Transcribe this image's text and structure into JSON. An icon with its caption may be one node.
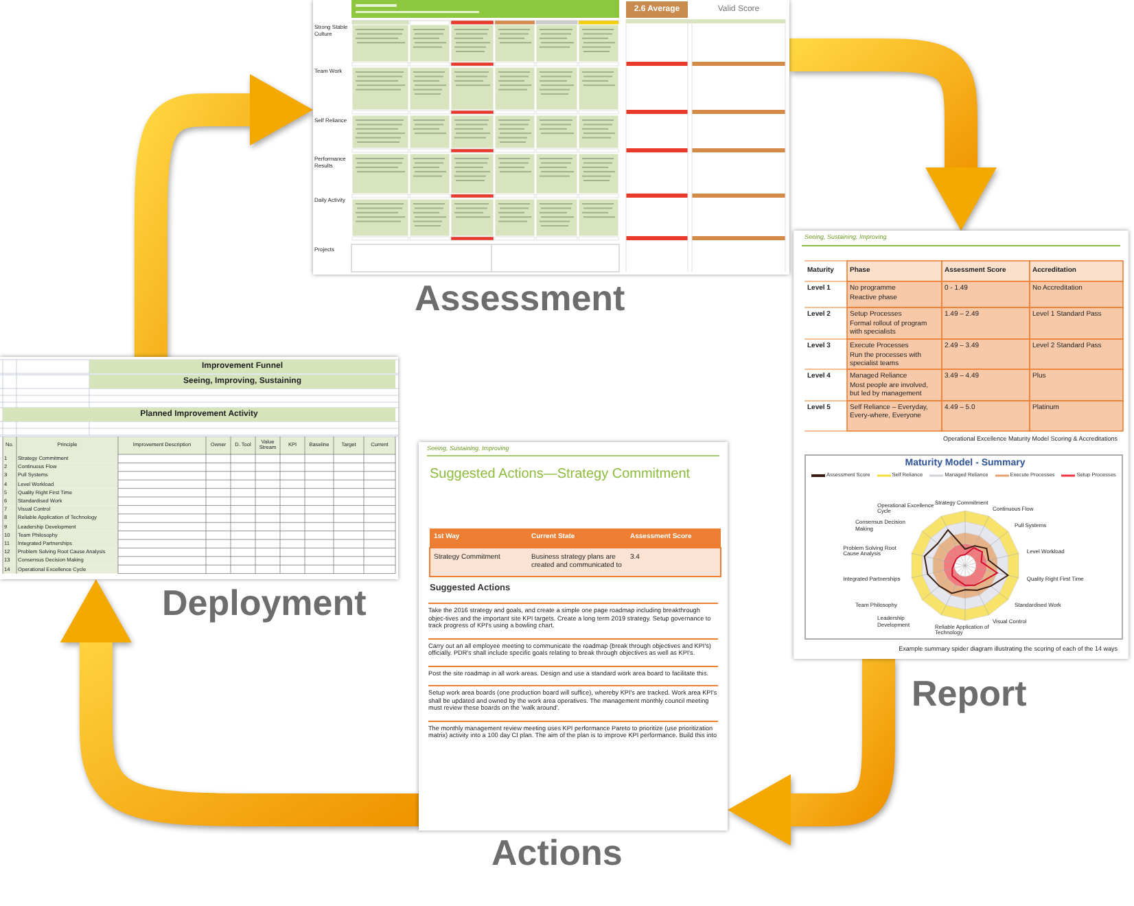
{
  "diagram": {
    "nodes": [
      {
        "text": [
          "2.6 Average",
          "Valid Score",
          "Strong Stable Culture",
          "Team Work",
          "Self Reliance",
          "Performance Results",
          "Daily Activity",
          "Projects"
        ],
        "beside": [
          "Assessment"
        ]
      },
      {
        "text": [
          "Seeing, Sustaining, Improving",
          "Maturity",
          "Phase",
          "Assessment Score",
          "Accreditation",
          "Level 1",
          "No programme",
          "Reactive phase",
          "0 - 1.49",
          "No Accreditation",
          "Level 2",
          "Setup Processes",
          "Formal rollout of program with specialists",
          "1.49 – 2.49",
          "Level 1 Standard Pass",
          "Level 3",
          "Execute Processes",
          "Run the processes with specialist teams",
          "2.49 – 3.49",
          "Level 2 Standard Pass",
          "Level 4",
          "Managed Reliance",
          "Most people are involved, but led by management",
          "3.49 – 4.49",
          "Plus",
          "Level 5",
          "Self Reliance – Everyday, Every-where, Everyone",
          "4.49 – 5.0",
          "Platinum",
          "Operational Excellence Maturity Model Scoring & Accreditations",
          "Example summary spider diagram illustrating the scoring of each of the 14 ways"
        ],
        "beside": [
          "Report"
        ]
      },
      {
        "text": [
          "Maturity Model - Summary",
          "Strategy Commitment",
          "Continuous Flow",
          "Pull Systems",
          "Level Workload",
          "Quality Right First Time",
          "Standardised Work",
          "Visual Control",
          "Reliable Application of Technology",
          "Leadership Development",
          "Team Philosophy",
          "Integrated Partnerships",
          "Problem Solving Root Cause Analysis",
          "Consensus Decision Making",
          "Operational Excellence Cycle"
        ],
        "in": 1
      },
      {
        "text": [
          "Seeing, Sustaining, Improving",
          "Suggested Actions—Strategy Commitment",
          "1st Way",
          "Current State",
          "Assessment Score",
          "Strategy Commitment",
          "Business strategy plans are created and communicated to",
          "3.4",
          "Suggested Actions",
          "Take the 2016 strategy and goals, and create a simple one page roadmap including breakthrough objec-tives and the important site KPI targets. Create a long term 2019 strategy. Setup governance to track progress of KPI's using a bowling chart.",
          "Carry out an all employee meeting to communicate the roadmap (break through objectives and KPI's) officially. PDR's shall include specific goals relating to break through objectives as well as KPI's.",
          "Post the site roadmap in all work areas. Design and use a standard work area board to facilitate this.",
          "Setup work area boards (one production board will suffice), whereby KPI's are tracked. Work area KPI's shall be updated and owned by the work area operatives. The management monthly council meeting must review these boards on the 'walk around'.",
          "The monthly management review meeting uses KPI performance Pareto to prioritize (use prioritization matrix) activity into a 100 day CI plan. The aim of the plan is to improve KPI performance. Build this into"
        ],
        "beside": [
          "Actions"
        ]
      },
      {
        "text": [
          "Improvement Funnel",
          "Seeing, Improving, Sustaining",
          "Planned Improvement Activity",
          "No.",
          "Principle",
          "Improvement Description",
          "Owner",
          "D. Tool",
          "Value Stream",
          "KPI",
          "Baseline",
          "Target",
          "Current",
          "1",
          "Strategy Commitment",
          "2",
          "Continuous Flow",
          "3",
          "Pull Systems",
          "4",
          "Level Workload",
          "5",
          "Quality Right First Time",
          "6",
          "Standardised Work",
          "7",
          "Visual Control",
          "8",
          "Reliable Application of Technology",
          "9",
          "Leadership Development",
          "10",
          "Team Philosophy",
          "11",
          "Integrated Partnerships",
          "12",
          "Problem Solving Root Cause Analysis",
          "13",
          "Consensus Decision Making",
          "14",
          "Operational Excellence Cycle"
        ],
        "beside": [
          "Deployment"
        ]
      }
    ],
    "edges": [
      {
        "from": 0,
        "to": 1,
        "arrow": "to"
      },
      {
        "from": 1,
        "to": 3,
        "arrow": "to"
      },
      {
        "from": 3,
        "to": 4,
        "arrow": "to"
      },
      {
        "from": 4,
        "to": 0,
        "arrow": "to"
      }
    ],
    "legend": [
      {
        "text": "Assessment Score"
      },
      {
        "text": "Self Reliance"
      },
      {
        "text": "Managed Reliance"
      },
      {
        "text": "Execute Processes"
      },
      {
        "text": "Setup Processes"
      }
    ]
  }
}
